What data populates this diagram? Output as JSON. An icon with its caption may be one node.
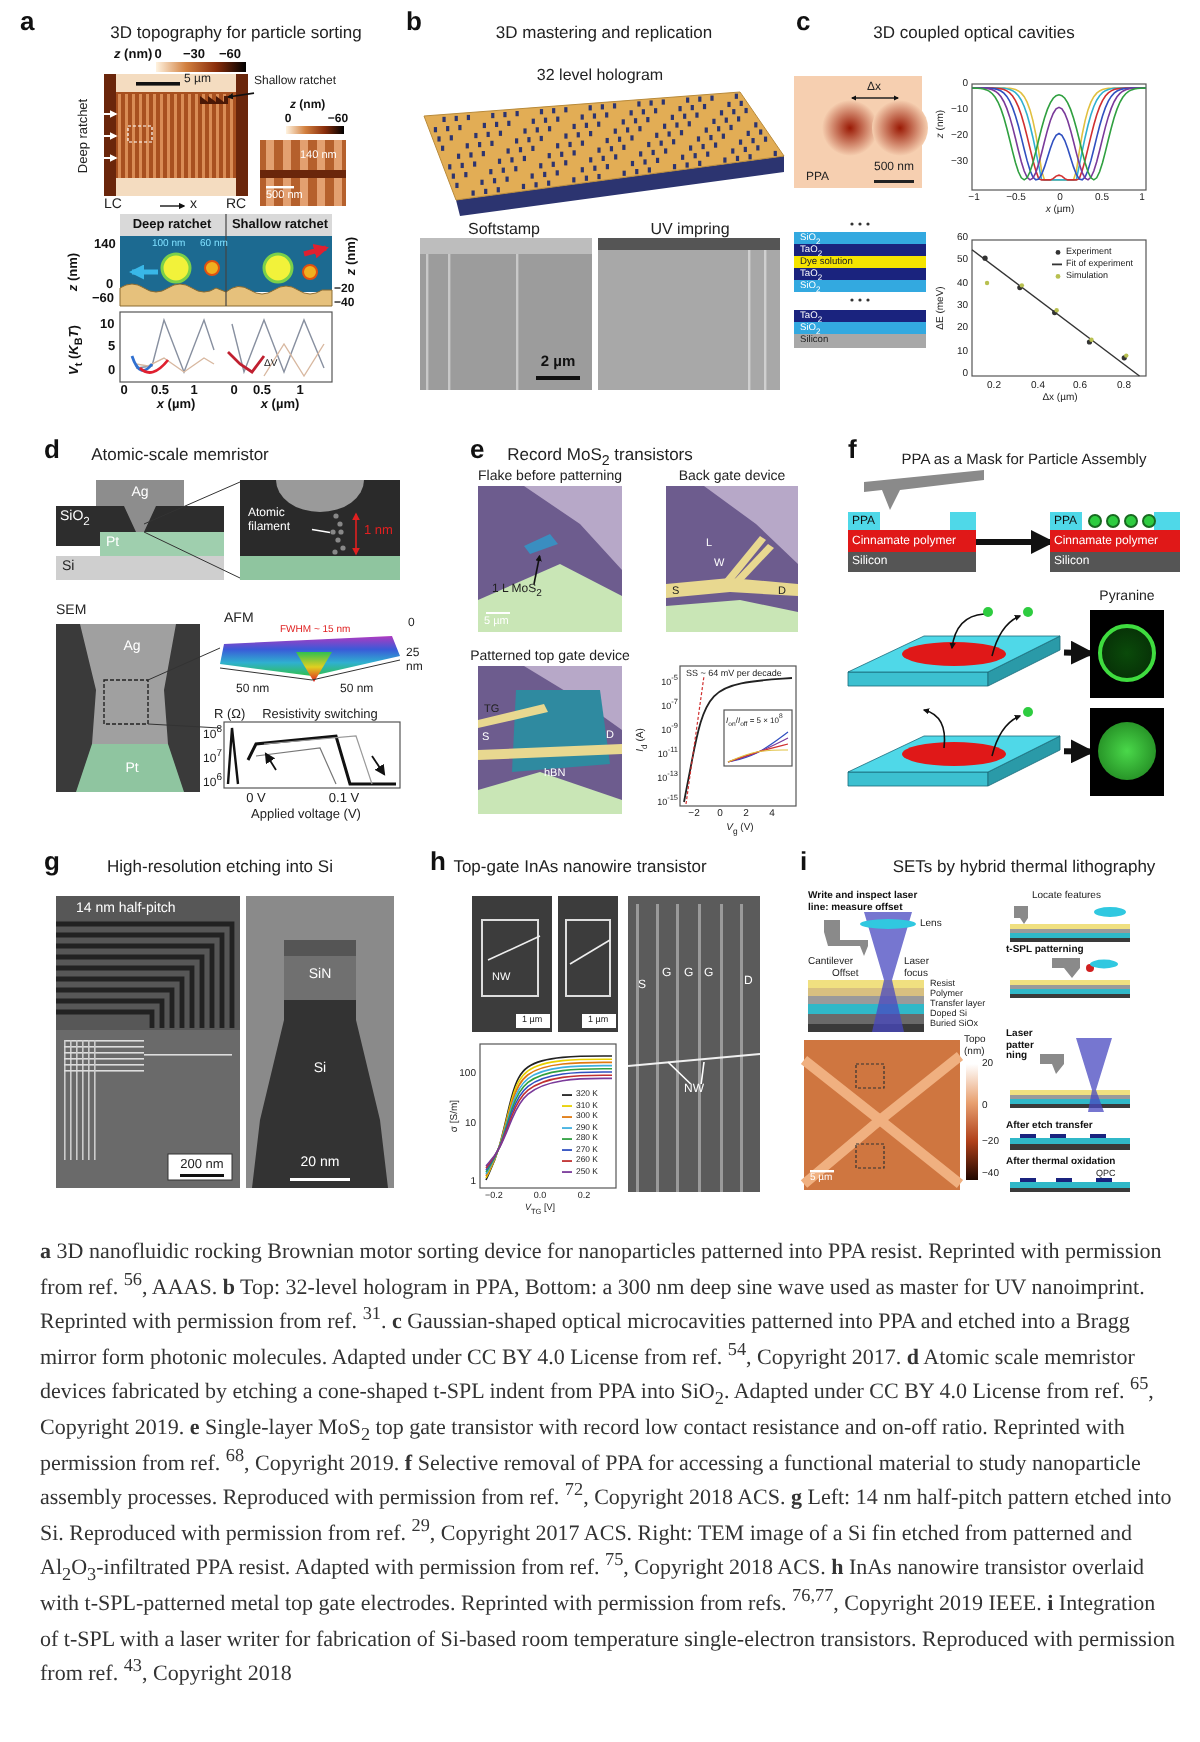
{
  "diagram": {
    "nodes": [
      {
        "text": [
          "PPA",
          "Cinnamate polymer",
          "Silicon"
        ]
      },
      {
        "text": [
          "PPA",
          "Cinnamate polymer",
          "Silicon"
        ]
      },
      {
        "text": [],
        "shape": "picture"
      },
      {
        "text": [],
        "shape": "picture",
        "beside": [
          "Pyranine"
        ]
      },
      {
        "text": [],
        "shape": "picture"
      },
      {
        "text": [],
        "shape": "picture"
      },
      {
        "text": [
          "Shallow ratchet"
        ]
      },
      {
        "text": [
          "1 L MoS$_{2}$"
        ]
      },
      {
        "text": [
          "Atomic filament"
        ]
      },
      {
        "text": [
          "NW"
        ]
      },
      {
        "text": [],
        "shape": "picture"
      },
      {
        "text": [],
        "shape": "picture"
      },
      {
        "text": [],
        "shape": "picture"
      }
    ],
    "edges": [
      {
        "from": 0,
        "to": 1,
        "arrow": "to",
        "style": "thick"
      },
      {
        "from": 2,
        "to": 3,
        "arrow": "to",
        "style": "thick"
      },
      {
        "from": 4,
        "to": 5,
        "arrow": "to",
        "style": "thick"
      },
      {
        "from": 6,
        "to": 11,
        "arrow": "to"
      },
      {
        "from": 7,
        "to": 10,
        "arrow": "to"
      },
      {
        "from": 8,
        "to": 12,
        "arrow": "none",
        "color": "#ffffff"
      },
      {
        "from": 9,
        "to": null,
        "arrow": "none",
        "color": "#ffffff"
      },
      {
        "from": 9,
        "to": null,
        "arrow": "none",
        "color": "#ffffff"
      }
    ],
    "labels": [
      "a",
      "3D topography for particle sorting",
      "*z* (nm)",
      "0",
      "−30",
      "−60",
      "5 µm",
      "Deep ratchet",
      "*z* (nm)",
      "0",
      "−60",
      "140 nm",
      "500 nm",
      "LC",
      "x",
      "RC",
      "Deep ratchet",
      "Shallow ratchet",
      "140",
      "*z* (nm)",
      "0",
      "−60",
      "100 nm",
      "60 nm",
      "*z* (nm)",
      "−20",
      "−40",
      "10",
      "5",
      "0",
      "*V*$_{t}$ (*K*$_{B}$*T*)",
      "ΔV",
      "0",
      "0.5",
      "1",
      "0",
      "0.5",
      "1",
      "*x* (µm)",
      "*x* (µm)",
      "b",
      "3D mastering and replication",
      "32 level hologram",
      "Softstamp",
      "UV impring",
      "2 µm",
      "c",
      "3D coupled optical cavities",
      "Δx",
      "PPA",
      "500 nm",
      "0",
      "−10",
      "−20",
      "−30",
      "*z* (nm)",
      "−1",
      "−0.5",
      "0",
      "0.5",
      "1",
      "*x* (µm)",
      "SiO$_{2}$",
      "TaO$_{2}$",
      "Dye solution",
      "TaO$_{2}$",
      "SiO$_{2}$",
      "TaO$_{2}$",
      "SiO$_{2}$",
      "Silicon",
      "60",
      "50",
      "40",
      "30",
      "20",
      "10",
      "0",
      "ΔE (meV)",
      "0.2",
      "0.4",
      "0.6",
      "0.8",
      "Δx (µm)",
      "d",
      "Atomic-scale memristor",
      "Ag",
      "SiO$_{2}$",
      "Pt",
      "Si",
      "1 nm",
      "SEM",
      "Ag",
      "Pt",
      "AFM",
      "FWHM ~ 15 nm",
      "0",
      "25 nm",
      "50 nm",
      "50 nm",
      "R (Ω)",
      "Resistivity switching",
      "10$^{8}$",
      "10$^{7}$",
      "10$^{6}$",
      "0 V",
      "0.1 V",
      "Applied voltage (V)",
      "e",
      "Record MoS$_{2}$ transistors",
      "Flake before patterning",
      "Back gate device",
      "5 µm",
      "L",
      "W",
      "S",
      "D",
      "Patterned top gate device",
      "TG",
      "S",
      "D",
      "hBN",
      "SS ~ 64 mV per decade",
      "10$^{-5}$",
      "10$^{-7}$",
      "10$^{-9}$",
      "10$^{-11}$",
      "10$^{-13}$",
      "10$^{-15}$",
      "*I*$_{d}$ (A)",
      "*I*$_{on}$/*I*$_{off}$ = 5 × 10$^{8}$",
      "−2",
      "0",
      "2",
      "4",
      "*V*$_{g}$ (V)",
      "f",
      "PPA as a Mask for Particle Assembly",
      "g",
      "High-resolution etching into Si",
      "14 nm half-pitch",
      "200 nm",
      "SiN",
      "Si",
      "20 nm",
      "h",
      "Top-gate InAs nanowire transistor",
      "NW",
      "1 µm",
      "1 µm",
      "S",
      "G",
      "G",
      "G",
      "D",
      "100",
      "10",
      "1",
      "σ [S/m]",
      "−0.2",
      "0.0",
      "0.2",
      "*V*$_{TG}$ [V]",
      "i",
      "SETs by hybrid thermal lithography",
      "Write and inspect laser line: measure offset",
      "Lens",
      "Cantilever",
      "Offset",
      "Laser focus",
      "Resist",
      "Polymer",
      "Transfer layer",
      "Doped Si",
      "Buried SiOx",
      "Topo (nm)",
      "20",
      "0",
      "−20",
      "−40",
      "5 µm",
      "Locate features",
      "t-SPL patterning",
      "Laser patter ning",
      "After etch transfer",
      "After thermal oxidation",
      "QPC"
    ],
    "legend": [
      {
        "text": "Experiment"
      },
      {
        "text": "Fit of experiment"
      },
      {
        "text": "Simulation"
      },
      {
        "text": "320 K"
      },
      {
        "text": "310 K"
      },
      {
        "text": "300 K"
      },
      {
        "text": "290 K"
      },
      {
        "text": "280 K"
      },
      {
        "text": "270 K"
      },
      {
        "text": "260 K"
      },
      {
        "text": "250 K"
      }
    ],
    "caption": "**a** 3D nanofluidic rocking Brownian motor sorting device for nanoparticles patterned into PPA resist. Reprinted with permission from ref. $^{56}$, AAAS. **b** Top: 32-level hologram in PPA, Bottom: a 300 nm deep sine wave used as master for UV nanoimprint. Reprinted with permission from ref. $^{31}$. **c** Gaussian-shaped optical microcavities patterned into PPA and etched into a Bragg mirror form photonic molecules. Adapted under CC BY 4.0 License from ref. $^{54}$, Copyright 2017. **d** Atomic scale memristor devices fabricated by etching a cone-shaped t-SPL indent from PPA into SiO$_{2}$. Adapted under CC BY 4.0 License from ref. $^{65}$, Copyright 2019. **e** Single-layer MoS$_{2}$ top gate transistor with record low contact resistance and on-off ratio. Reprinted with permission from ref. $^{68}$, Copyright 2019. **f** Selective removal of PPA for accessing a functional material to study nanoparticle assembly processes. Reproduced with permission from ref. $^{72}$, Copyright 2018 ACS. **g** Left: 14 nm half-pitch pattern etched into Si. Reproduced with permission from ref. $^{29}$, Copyright 2017 ACS. Right: TEM image of a Si fin etched from patterned and Al$_{2}$O$_{3}$-infiltrated PPA resist. Adapted with permission from ref. $^{75}$, Copyright 2018 ACS. **h** InAs nanowire transistor overlaid with t-SPL-patterned metal top gate electrodes. Reprinted with permission from refs. $^{76,77}$, Copyright 2019 IEEE. **i** Integration of t-SPL with a laser writer for fabrication of Si-based room temperature single-electron transistors. Reproduced with permission from ref. $^{43}$, Copyright 2018"
  }
}
